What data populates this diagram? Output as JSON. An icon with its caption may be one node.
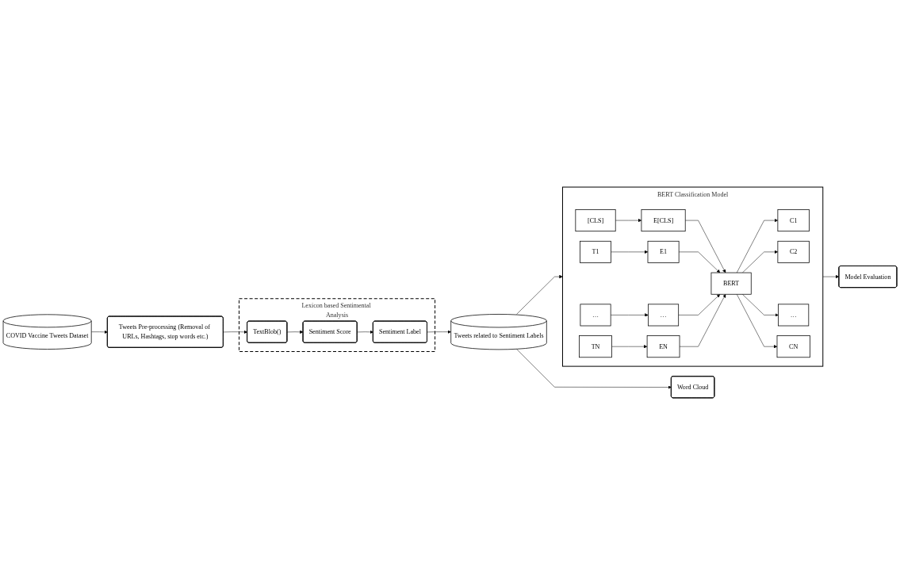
{
  "diagram": {
    "nodes": [
      {
        "text": [
          "COVID Vaccine Tweets Dataset"
        ]
      },
      {
        "text": [
          "Tweets Pre-processing (Removal of URLs, Hashtags, stop words etc.)"
        ]
      },
      {
        "text": [
          "Lexicon based Sentimental Analysis"
        ]
      },
      {
        "text": [
          "TextBlob()"
        ],
        "in": 2
      },
      {
        "text": [
          "Sentiment Score"
        ],
        "in": 2
      },
      {
        "text": [
          "Sentiment Label"
        ],
        "in": 2
      },
      {
        "text": [
          "Word Cloud"
        ]
      },
      {
        "text": [
          "Tweets related to Sentiment Labels"
        ]
      },
      {
        "text": [
          "BERT Classification Model"
        ]
      },
      {
        "text": [
          "[CLS]"
        ],
        "in": 8
      },
      {
        "text": [
          "E[CLS]"
        ],
        "in": 8
      },
      {
        "text": [
          "T1"
        ],
        "in": 8
      },
      {
        "text": [
          "E1"
        ],
        "in": 8
      },
      {
        "text": [
          "…"
        ],
        "in": 8
      },
      {
        "text": [
          "…"
        ],
        "in": 8
      },
      {
        "text": [
          "TN"
        ],
        "in": 8
      },
      {
        "text": [
          "EN"
        ],
        "in": 8
      },
      {
        "text": [
          "BERT"
        ],
        "in": 8
      },
      {
        "text": [
          "C1"
        ],
        "in": 8
      },
      {
        "text": [
          "C2"
        ],
        "in": 8
      },
      {
        "text": [
          "…"
        ],
        "in": 8
      },
      {
        "text": [
          "CN"
        ],
        "in": 8
      },
      {
        "text": [
          "Model Evaluation"
        ]
      }
    ],
    "edges": [
      {
        "from": 0,
        "to": 1,
        "arrow": "to"
      },
      {
        "from": 1,
        "to": 3,
        "arrow": "to"
      },
      {
        "from": 3,
        "to": 4,
        "arrow": "to"
      },
      {
        "from": 4,
        "to": 5,
        "arrow": "to"
      },
      {
        "from": 5,
        "to": 7,
        "arrow": "to"
      },
      {
        "from": 7,
        "to": 6,
        "arrow": "to"
      },
      {
        "from": 7,
        "to": 8,
        "arrow": "to"
      },
      {
        "from": 9,
        "to": 10,
        "arrow": "to"
      },
      {
        "from": 11,
        "to": 12,
        "arrow": "to"
      },
      {
        "from": 13,
        "to": 14,
        "arrow": "to"
      },
      {
        "from": 15,
        "to": 16,
        "arrow": "to"
      },
      {
        "from": 10,
        "to": 17,
        "arrow": "to"
      },
      {
        "from": 12,
        "to": 17,
        "arrow": "to"
      },
      {
        "from": 14,
        "to": 17,
        "arrow": "to"
      },
      {
        "from": 16,
        "to": 17,
        "arrow": "to"
      },
      {
        "from": 17,
        "to": 18,
        "arrow": "to"
      },
      {
        "from": 17,
        "to": 19,
        "arrow": "to"
      },
      {
        "from": 17,
        "to": 20,
        "arrow": "to"
      },
      {
        "from": 17,
        "to": 21,
        "arrow": "to"
      },
      {
        "from": 8,
        "to": 22,
        "arrow": "to"
      }
    ]
  }
}
